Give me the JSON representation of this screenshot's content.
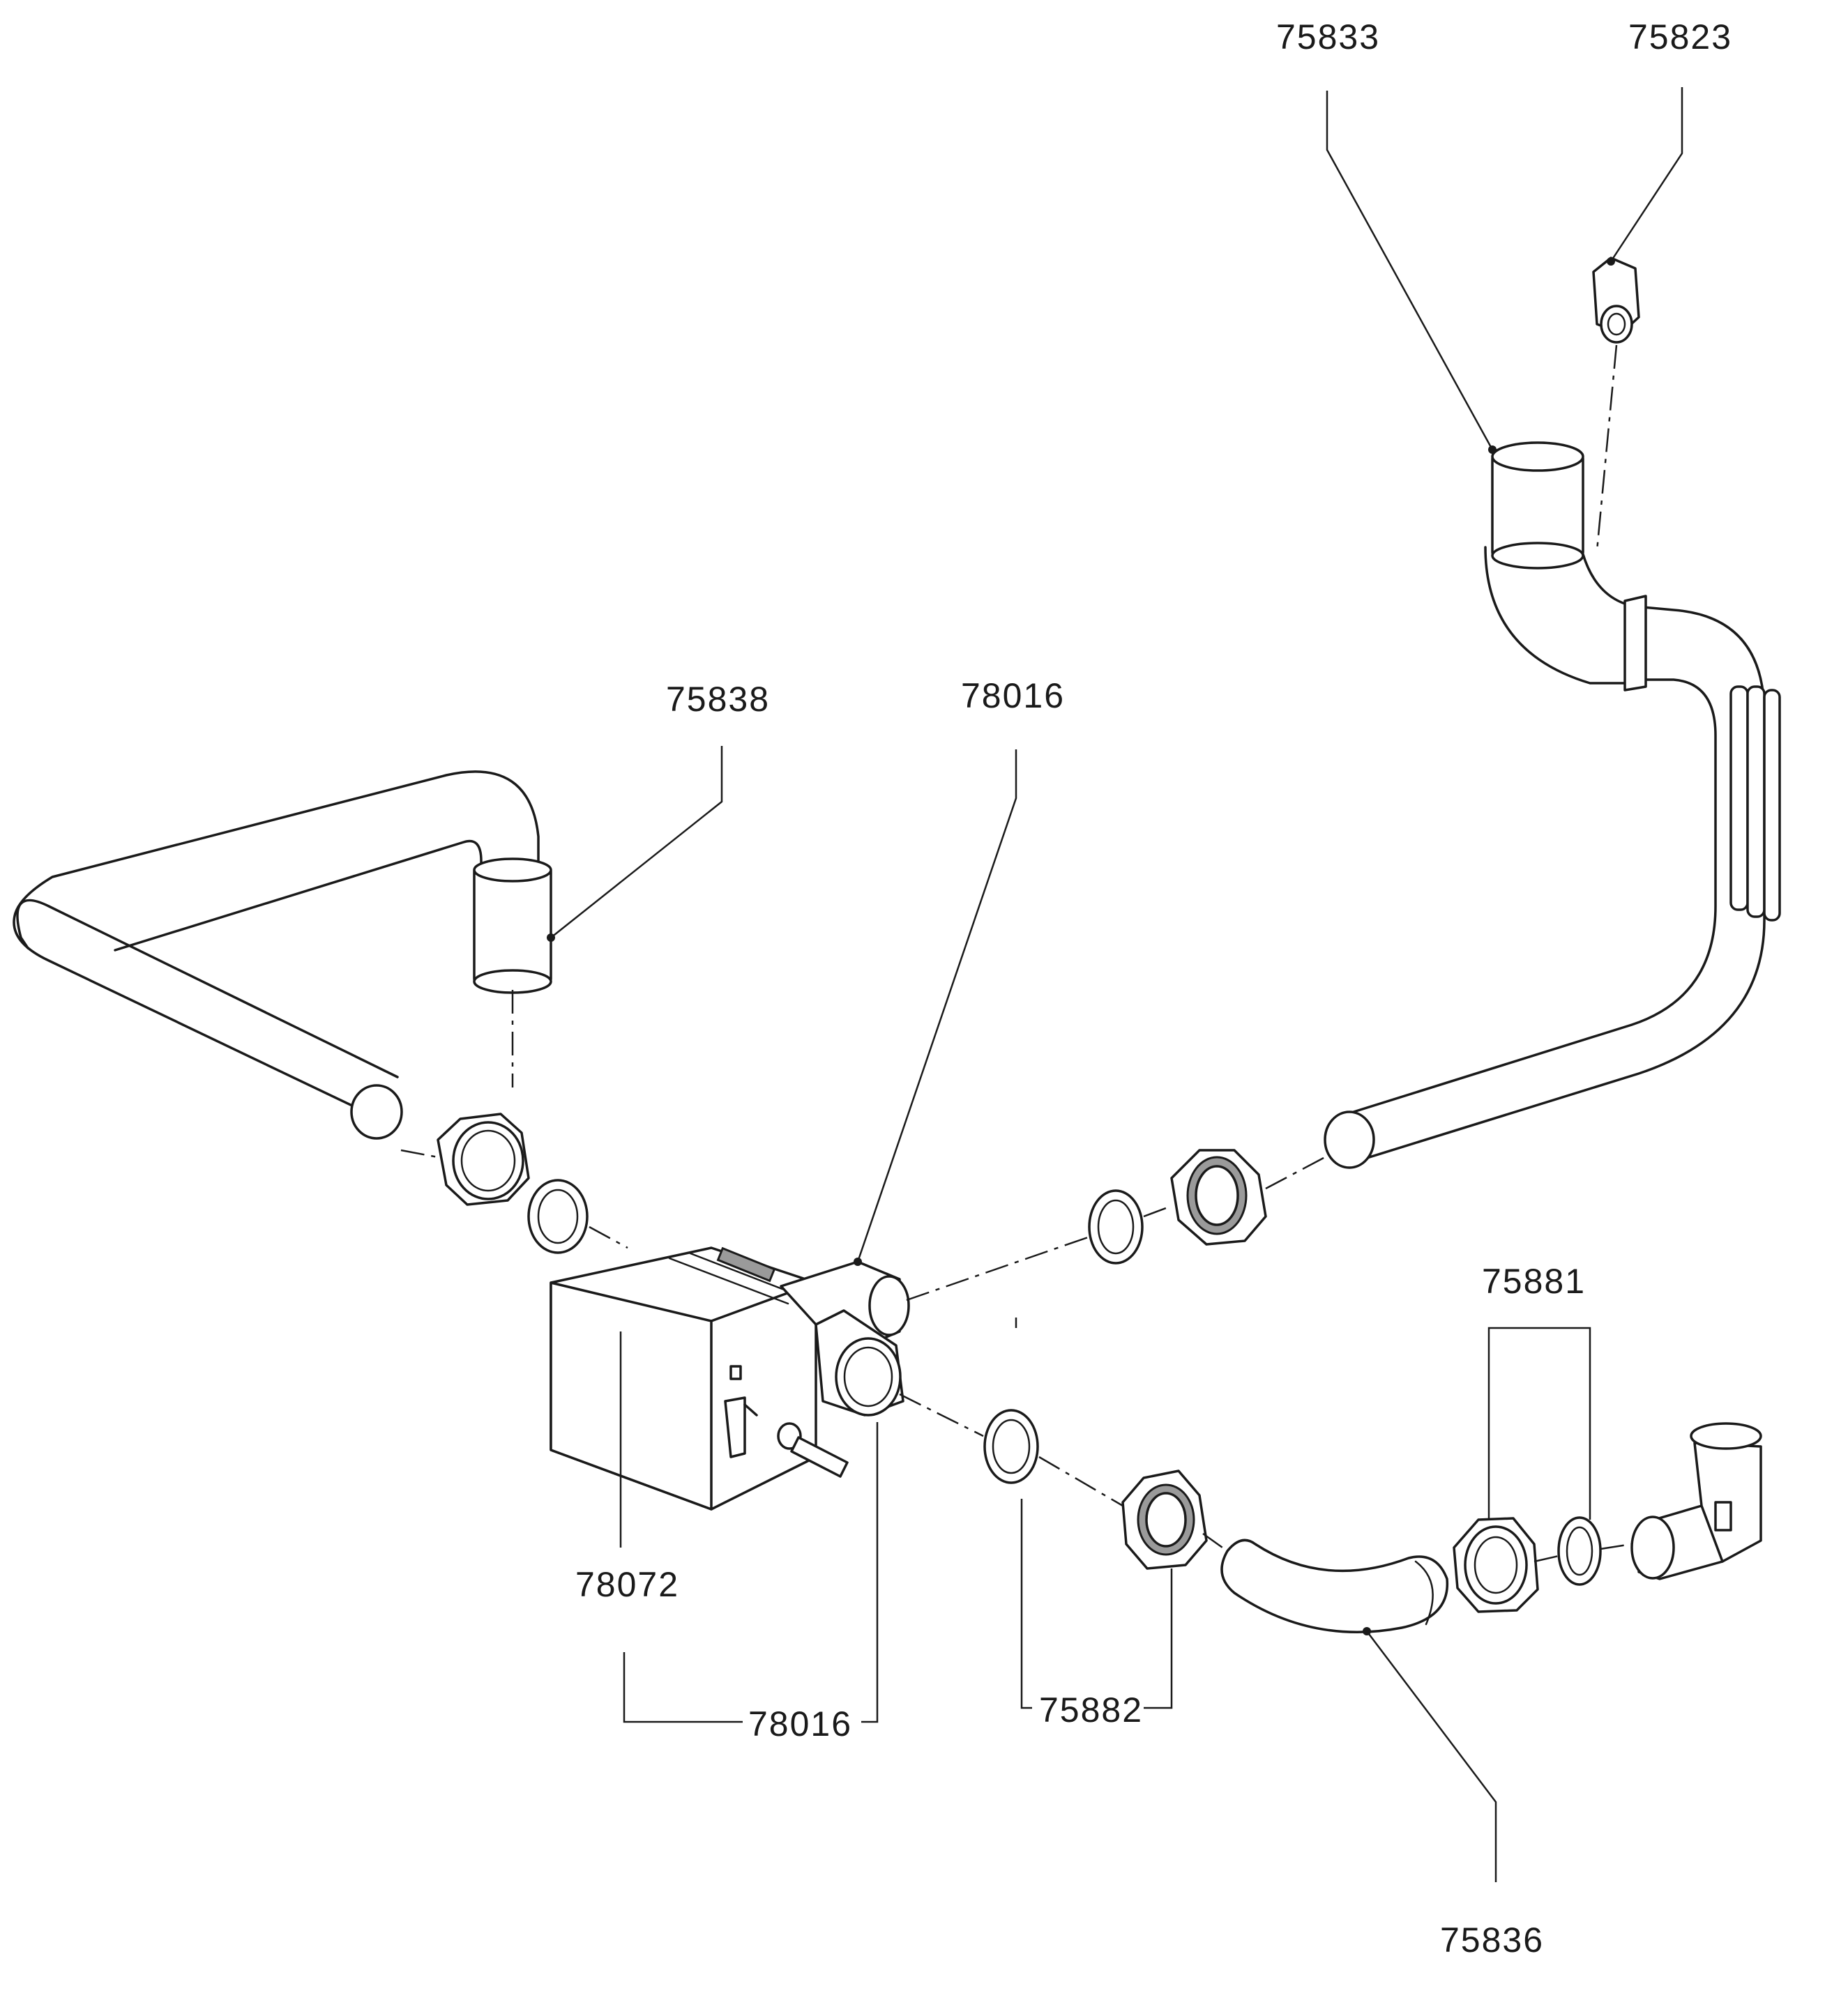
{
  "diagram": {
    "parts": {
      "p75833": "75833",
      "p75823": "75823",
      "p75838": "75838",
      "p78016_top": "78016",
      "p75881": "75881",
      "p78072": "78072",
      "p78016_bottom": "78016",
      "p75882": "75882",
      "p75836": "75836"
    }
  }
}
